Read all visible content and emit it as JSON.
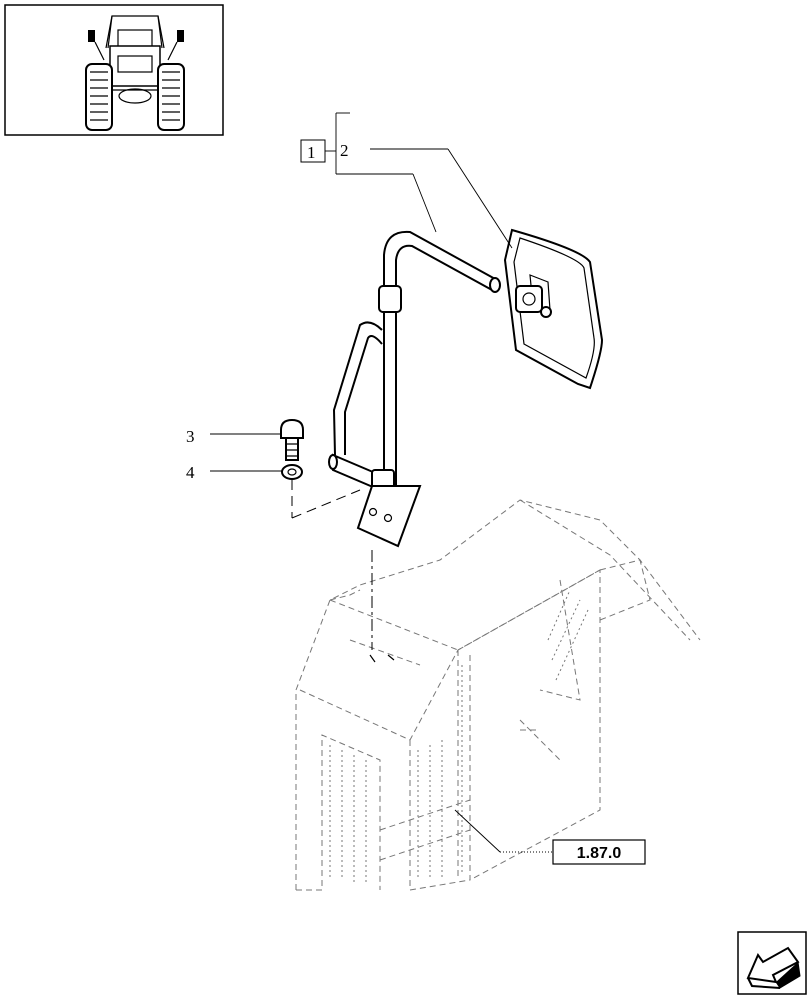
{
  "callouts": {
    "assembly": "1",
    "mirror": "2",
    "bolt": "3",
    "washer": "4"
  },
  "reference": "1.87.0",
  "icons": {
    "thumbnail": "tractor-front-icon",
    "navigation": "back-arrow-icon"
  }
}
